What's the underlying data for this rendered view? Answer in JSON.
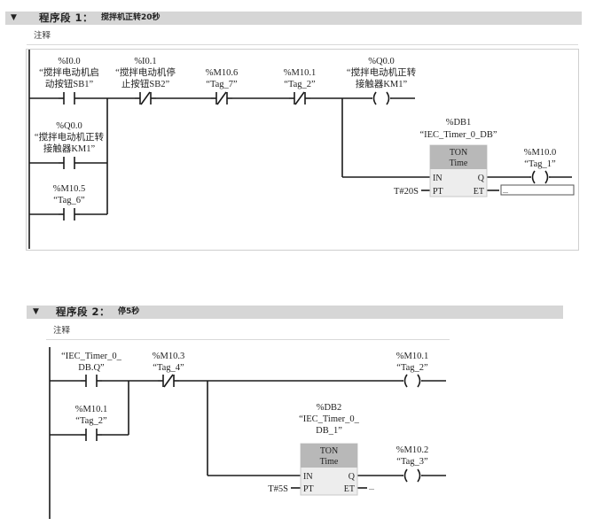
{
  "networks": [
    {
      "collapse_icon": "triangle-down-icon",
      "title": "程序段 1：",
      "subtitle": "搅拌机正转20秒",
      "comment": "注释",
      "contacts": [
        {
          "addr": "%I0.0",
          "name1": "“搅拌电动机启",
          "name2": "动按钮SB1”"
        },
        {
          "addr": "%I0.1",
          "name1": "“搅拌电动机停",
          "name2": "止按钮SB2”"
        },
        {
          "addr": "%M10.6",
          "name1": "“Tag_7”"
        },
        {
          "addr": "%M10.1",
          "name1": "“Tag_2”"
        },
        {
          "addr": "%Q0.0",
          "name1": "“搅拌电动机正转",
          "name2": "接触器KM1”"
        },
        {
          "addr": "%M10.5",
          "name1": "“Tag_6”"
        }
      ],
      "coils": [
        {
          "addr": "%Q0.0",
          "name1": "“搅拌电动机正转",
          "name2": "接触器KM1”"
        },
        {
          "addr": "%M10.0",
          "name1": "“Tag_1”"
        }
      ],
      "timer": {
        "db": "%DB1",
        "instance1": "“IEC_Timer_0_DB”",
        "type": "TON",
        "time": "Time",
        "pin_in": "IN",
        "pin_pt": "PT",
        "pin_q": "Q",
        "pin_et": "ET",
        "pt_value": "T#20S",
        "et_value": "..."
      }
    },
    {
      "collapse_icon": "triangle-down-icon",
      "title": "程序段 2：",
      "subtitle": "停5秒",
      "comment": "注释",
      "contacts": [
        {
          "addr": "",
          "name1": "“IEC_Timer_0_",
          "name2": "DB.Q”"
        },
        {
          "addr": "%M10.3",
          "name1": "“Tag_4”"
        },
        {
          "addr": "%M10.1",
          "name1": "“Tag_2”"
        }
      ],
      "coils": [
        {
          "addr": "%M10.1",
          "name1": "“Tag_2”"
        },
        {
          "addr": "%M10.2",
          "name1": "“Tag_3”"
        }
      ],
      "timer": {
        "db": "%DB2",
        "instance1": "“IEC_Timer_0_",
        "instance2": "DB_1”",
        "type": "TON",
        "time": "Time",
        "pin_in": "IN",
        "pin_pt": "PT",
        "pin_q": "Q",
        "pin_et": "ET",
        "pt_value": "T#5S",
        "et_value": "..."
      }
    }
  ]
}
